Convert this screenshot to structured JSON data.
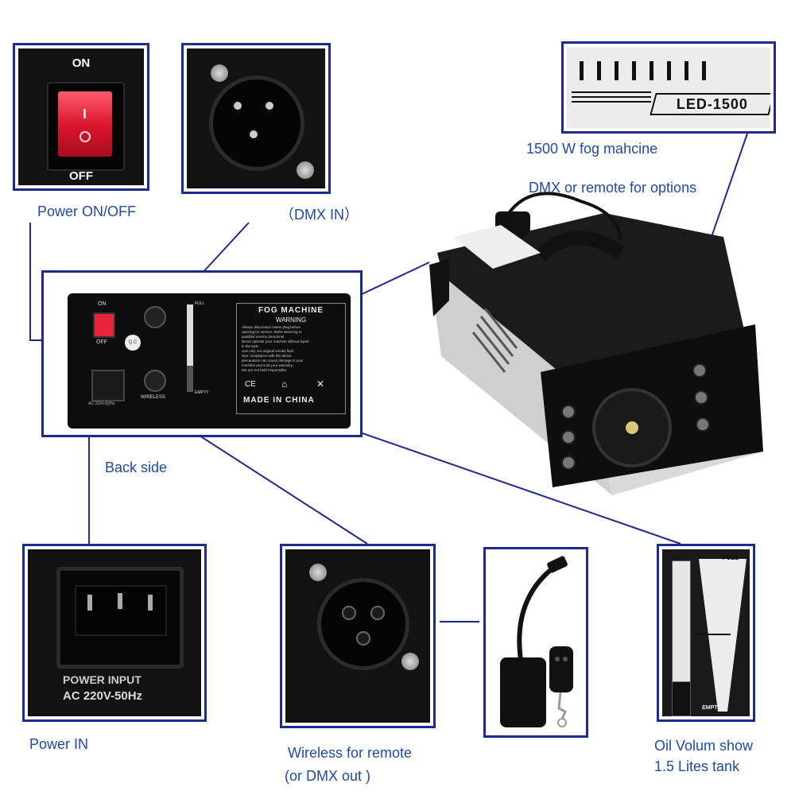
{
  "panels": {
    "power_switch": {
      "on_text": "ON",
      "off_text": "OFF",
      "caption": "Power ON/OFF"
    },
    "dmx_in": {
      "caption": "（DMX IN）"
    },
    "led_badge": {
      "model": "LED-1500"
    },
    "fog_caption": "1500 W  fog mahcine",
    "dmx_caption": "DMX or remote for options",
    "back_side": {
      "caption": "Back side",
      "on_text": "ON",
      "off_text": "OFF",
      "qc_text": "Q.C",
      "full_text": "FULL",
      "empty_text": "EMPTY",
      "title": "FOG MACHINE",
      "warning": "WARNING",
      "warning_lines": [
        "Always disconnect mains plug before",
        "opening for service. Refer servicing to",
        "qualified service personnel.",
        "Never operate your machine without liquid",
        "in the tank.",
        "Use only our original smoke fluid.",
        "Non compliance with the above",
        "precautions can cause damage to your",
        "machine and void your warranty.",
        "We are not held responsible."
      ],
      "made_in": "MADE IN CHINA",
      "wireless": "WIRELESS",
      "power_rating": "AC 220V-50Hz"
    },
    "power_in": {
      "caption": "Power  IN",
      "label_line1": "POWER INPUT",
      "label_line2": "AC 220V-50Hz"
    },
    "wireless": {
      "caption_line1": "Wireless for remote",
      "caption_line2": "(or DMX out )"
    },
    "tank": {
      "full_text": "FULL",
      "empty_text": "EMPTY",
      "caption_line1": "Oil Volum show",
      "caption_line2": "1.5 Lites tank"
    }
  },
  "colors": {
    "frame": "#1d2a8f",
    "caption": "#1f4aa8",
    "switch_red": "#e8233a"
  }
}
